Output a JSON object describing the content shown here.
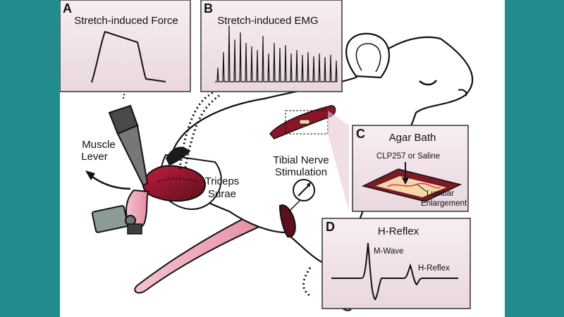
{
  "panels": {
    "a": {
      "letter": "A",
      "title": "Stretch-induced Force"
    },
    "b": {
      "letter": "B",
      "title": "Stretch-induced EMG"
    },
    "c": {
      "letter": "C",
      "title": "Agar Bath",
      "drug_label": "CLP257 or Saline",
      "region_label_1": "Lumbar",
      "region_label_2": "Enlargement"
    },
    "d": {
      "letter": "D",
      "title": "H-Reflex",
      "m_wave": "M-Wave",
      "h_reflex": "H-Reflex"
    }
  },
  "labels": {
    "muscle_lever_1": "Muscle",
    "muscle_lever_2": "Lever",
    "triceps_1": "Triceps",
    "triceps_2": "Surae",
    "tibial_1": "Tibial Nerve",
    "tibial_2": "Stimulation"
  },
  "colors": {
    "background_band": "#218b8d",
    "panel_fill": "#f3e7ec",
    "muscle_red": "#a01a2e",
    "foot_pink": "#f4a7b9"
  },
  "icons": [
    "muscle-lever-icon",
    "stimulator-icon",
    "foot-clamp-icon",
    "agar-bath-icon"
  ]
}
